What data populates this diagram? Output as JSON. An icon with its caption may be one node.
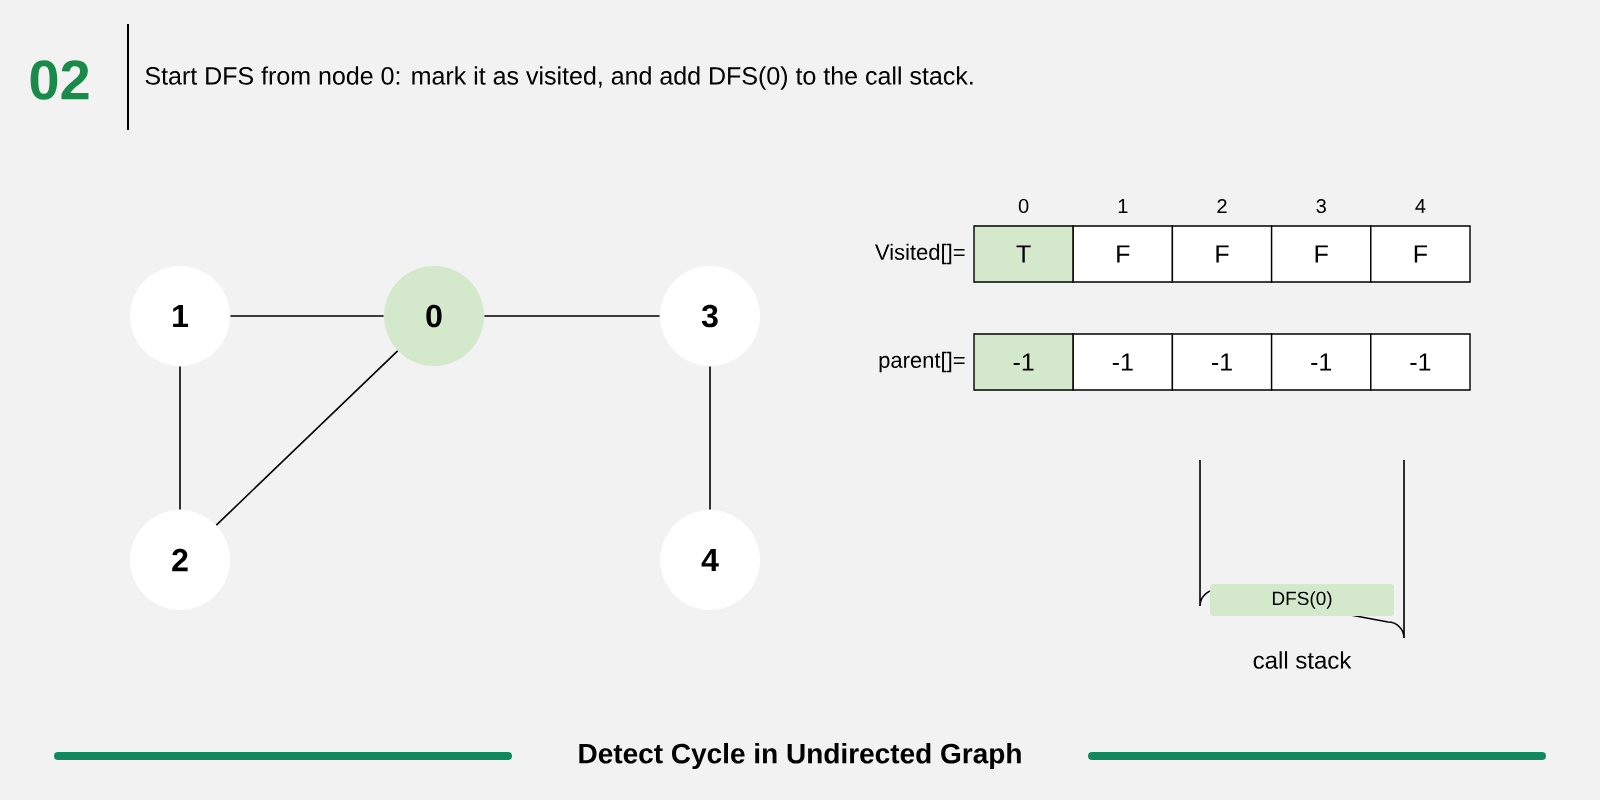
{
  "diagram": {
    "title": "Start DFS from node 0: mark it as visited, and add DFS(0) to the call stack.",
    "caption": "Detect Cycle in Undirected Graph",
    "nodes": [
      {
        "text": [
          "1"
        ]
      },
      {
        "text": [
          "0"
        ]
      },
      {
        "text": [
          "3"
        ]
      },
      {
        "text": [
          "2"
        ]
      },
      {
        "text": [
          "4"
        ]
      },
      {
        "text": [
          "call stack"
        ]
      },
      {
        "text": [
          "DFS(0)"
        ],
        "in": 5
      }
    ],
    "edges": [
      {
        "from": 0,
        "to": 1,
        "arrow": "none"
      },
      {
        "from": 1,
        "to": 2,
        "arrow": "none"
      },
      {
        "from": 0,
        "to": 3,
        "arrow": "none"
      },
      {
        "from": 1,
        "to": 3,
        "arrow": "none"
      },
      {
        "from": 2,
        "to": 4,
        "arrow": "none"
      }
    ],
    "labels": [
      "02",
      "0",
      "1",
      "2",
      "3",
      "4",
      "Visited[]=",
      "T",
      "F",
      "F",
      "F",
      "F",
      "parent[]=",
      "-1",
      "-1",
      "-1",
      "-1",
      "-1"
    ]
  }
}
